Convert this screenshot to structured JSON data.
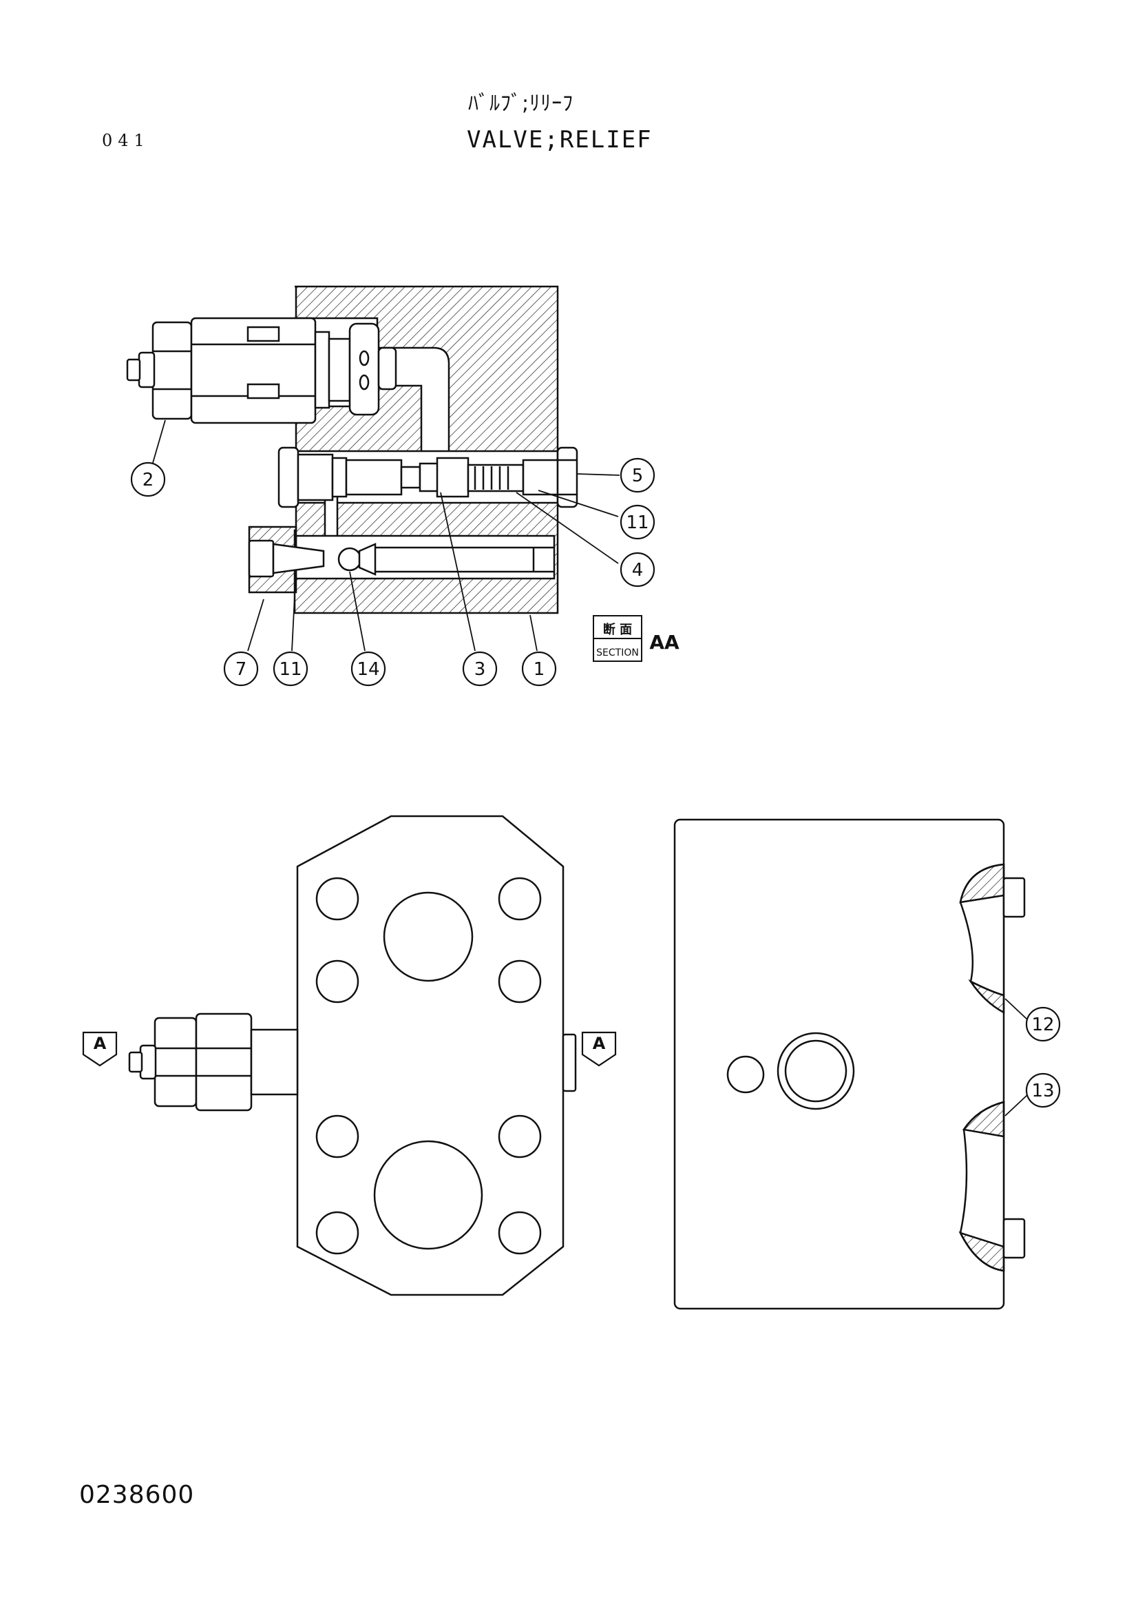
{
  "header": {
    "page_number": "041",
    "title_jp": "ﾊﾞﾙﾌﾞ;ﾘﾘｰﾌ",
    "title_en": "VALVE;RELIEF"
  },
  "section_label": {
    "jp": "断 面",
    "en": "SECTION",
    "id": "AA"
  },
  "section_arrows": [
    "A",
    "A"
  ],
  "callouts": [
    "2",
    "5",
    "11",
    "4",
    "7",
    "11",
    "14",
    "3",
    "1",
    "12",
    "13"
  ],
  "footer": {
    "drawing_number": "0238600"
  }
}
